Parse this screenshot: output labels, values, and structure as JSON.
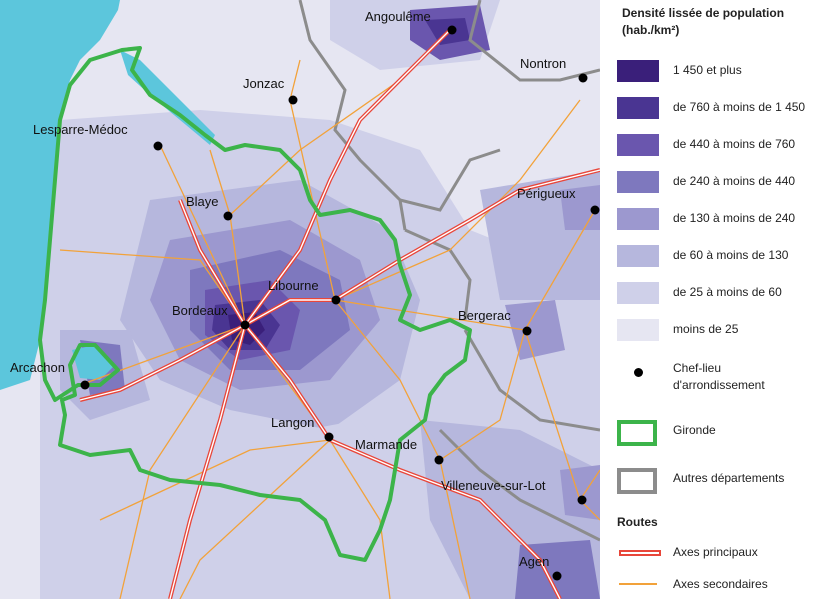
{
  "legend": {
    "density_title": "Densité lissée de population",
    "density_unit": "(hab./km²)",
    "density_classes": [
      {
        "label": "1 450 et plus",
        "color": "#3a1f7a"
      },
      {
        "label": "de 760 à moins de 1 450",
        "color": "#4a3592"
      },
      {
        "label": "de 440 à moins de 760",
        "color": "#6a56ae"
      },
      {
        "label": "de 240 à moins de 440",
        "color": "#7e78be"
      },
      {
        "label": "de 130 à moins de 240",
        "color": "#9c98cf"
      },
      {
        "label": "de 60 à moins de 130",
        "color": "#b6b7dd"
      },
      {
        "label": "de 25 à moins de 60",
        "color": "#cfd0e9"
      },
      {
        "label": "moins de 25",
        "color": "#e6e6f2"
      }
    ],
    "chef_lieu_line1": "Chef-lieu",
    "chef_lieu_line2": "d'arrondissement",
    "gironde_label": "Gironde",
    "gironde_color": "#3cb44a",
    "autres_label": "Autres départements",
    "autres_color": "#8c8c8c",
    "routes_title": "Routes",
    "axes_principaux_label": "Axes principaux",
    "axes_principaux_color": "#e8463a",
    "axes_secondaires_label": "Axes secondaires",
    "axes_secondaires_color": "#f2a23a",
    "ocean_color": "#5cc6dc"
  },
  "cities": [
    {
      "name": "Angoulême"
    },
    {
      "name": "Jonzac"
    },
    {
      "name": "Nontron"
    },
    {
      "name": "Lesparre-Médoc"
    },
    {
      "name": "Blaye"
    },
    {
      "name": "Périgueux"
    },
    {
      "name": "Libourne"
    },
    {
      "name": "Bordeaux"
    },
    {
      "name": "Bergerac"
    },
    {
      "name": "Arcachon"
    },
    {
      "name": "Langon"
    },
    {
      "name": "Marmande"
    },
    {
      "name": "Villeneuve-sur-Lot"
    },
    {
      "name": "Agen"
    }
  ]
}
